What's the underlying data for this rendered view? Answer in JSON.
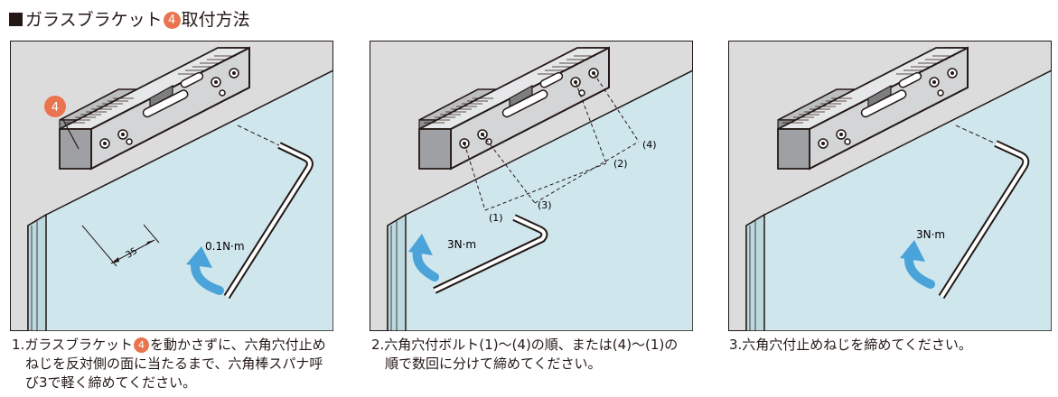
{
  "title": {
    "before": "ガラスブラケット",
    "badge": "4",
    "after": "取付方法"
  },
  "panels": [
    {
      "badge": "4",
      "dimension": "35",
      "torque": "0.1N·m",
      "caption": {
        "num": "1.",
        "before": "ガラスブラケット",
        "badge": "4",
        "after": "を動かさずに、六角穴付止め",
        "line2": "ねじを反対側の面に当たるまで、六角棒スパナ呼",
        "line3": "び3で軽く締めてください。"
      }
    },
    {
      "torque": "3N·m",
      "labels": [
        "(1)",
        "(2)",
        "(3)",
        "(4)"
      ],
      "caption": {
        "line1": "2.六角穴付ボルト(1)～(4)の順、または(4)～(1)の",
        "line2": "順で数回に分けて締めてください。"
      }
    },
    {
      "torque": "3N·m",
      "caption": {
        "line1": "3.六角穴付止めねじを締めてください。"
      }
    }
  ],
  "colors": {
    "panel_bg": "#dcdcdd",
    "glass": "#cfe6ec",
    "accent": "#e9744f",
    "arrow": "#4aa3d9",
    "bracket": "#d4d5d6"
  }
}
